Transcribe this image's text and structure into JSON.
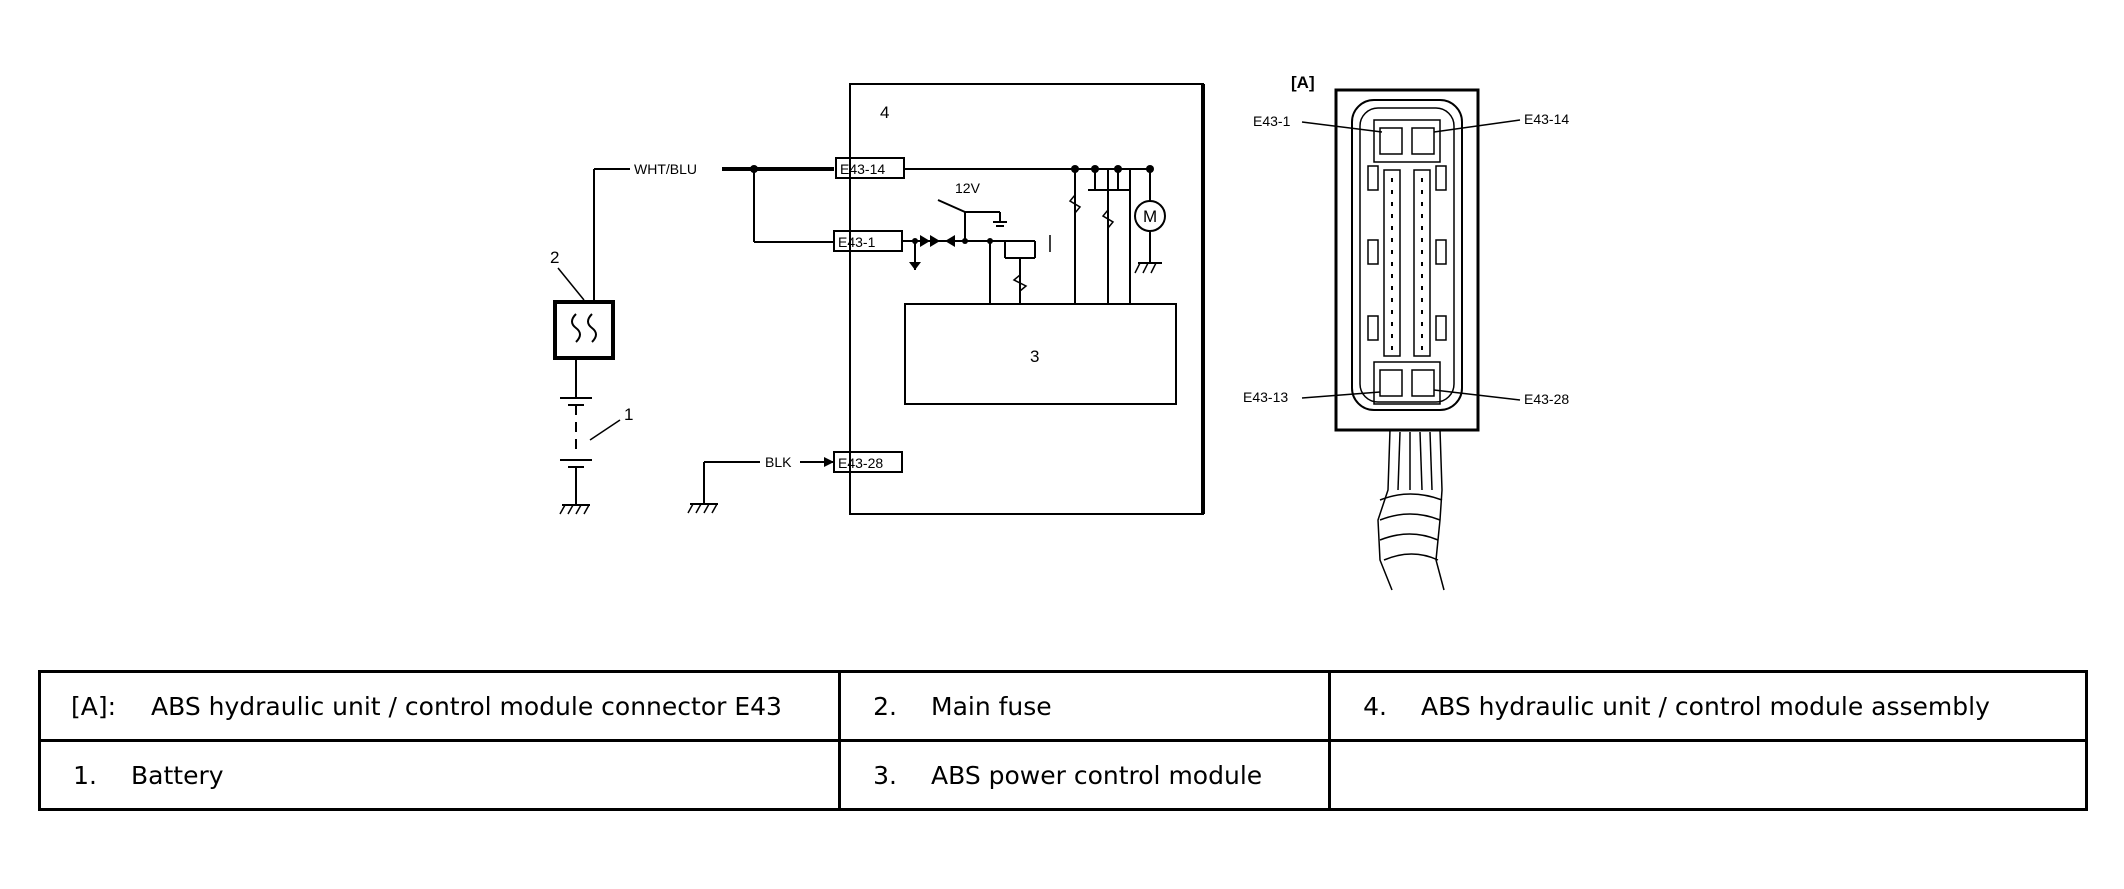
{
  "diagram": {
    "wire_wht_blu": "WHT/BLU",
    "wire_blk": "BLK",
    "pin_e43_14": "E43-14",
    "pin_e43_1": "E43-1",
    "pin_e43_28": "E43-28",
    "voltage_12v": "12V",
    "callout_1": "1",
    "callout_2": "2",
    "callout_3": "3",
    "callout_4": "4",
    "connector_view_label": "[A]",
    "conn_pin_e43_1": "E43-1",
    "conn_pin_e43_14": "E43-14",
    "conn_pin_e43_13": "E43-13",
    "conn_pin_e43_28": "E43-28",
    "motor_symbol": "M"
  },
  "legend": {
    "rows": [
      [
        {
          "key": "[A]:",
          "text": "ABS hydraulic unit / control module connector E43"
        },
        {
          "key": "2.",
          "text": "Main fuse"
        },
        {
          "key": "4.",
          "text": "ABS hydraulic unit / control module assembly"
        }
      ],
      [
        {
          "key": "1.",
          "text": "Battery"
        },
        {
          "key": "3.",
          "text": "ABS power control module"
        },
        {
          "key": "",
          "text": ""
        }
      ]
    ]
  }
}
